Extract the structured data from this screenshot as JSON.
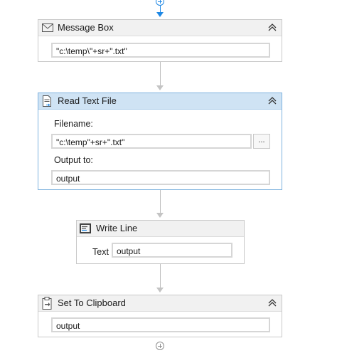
{
  "activities": {
    "message_box": {
      "title": "Message Box",
      "icon": "message-box-icon",
      "text_value": "\"c:\\temp\\\"+sr+\".txt\""
    },
    "read_text_file": {
      "title": "Read Text File",
      "icon": "read-text-file-icon",
      "filename_label": "Filename:",
      "filename_value": "\"c:\\temp\"+sr+\".txt\"",
      "browse_label": "...",
      "output_label": "Output to:",
      "output_value": "output"
    },
    "write_line": {
      "title": "Write Line",
      "icon": "write-line-icon",
      "text_label": "Text",
      "text_value": "output"
    },
    "set_to_clipboard": {
      "title": "Set To Clipboard",
      "icon": "clipboard-icon",
      "text_value": "output"
    }
  },
  "colors": {
    "accent": "#1e88e5",
    "selected_header": "#cfe3f4",
    "header": "#f1f1f1"
  }
}
